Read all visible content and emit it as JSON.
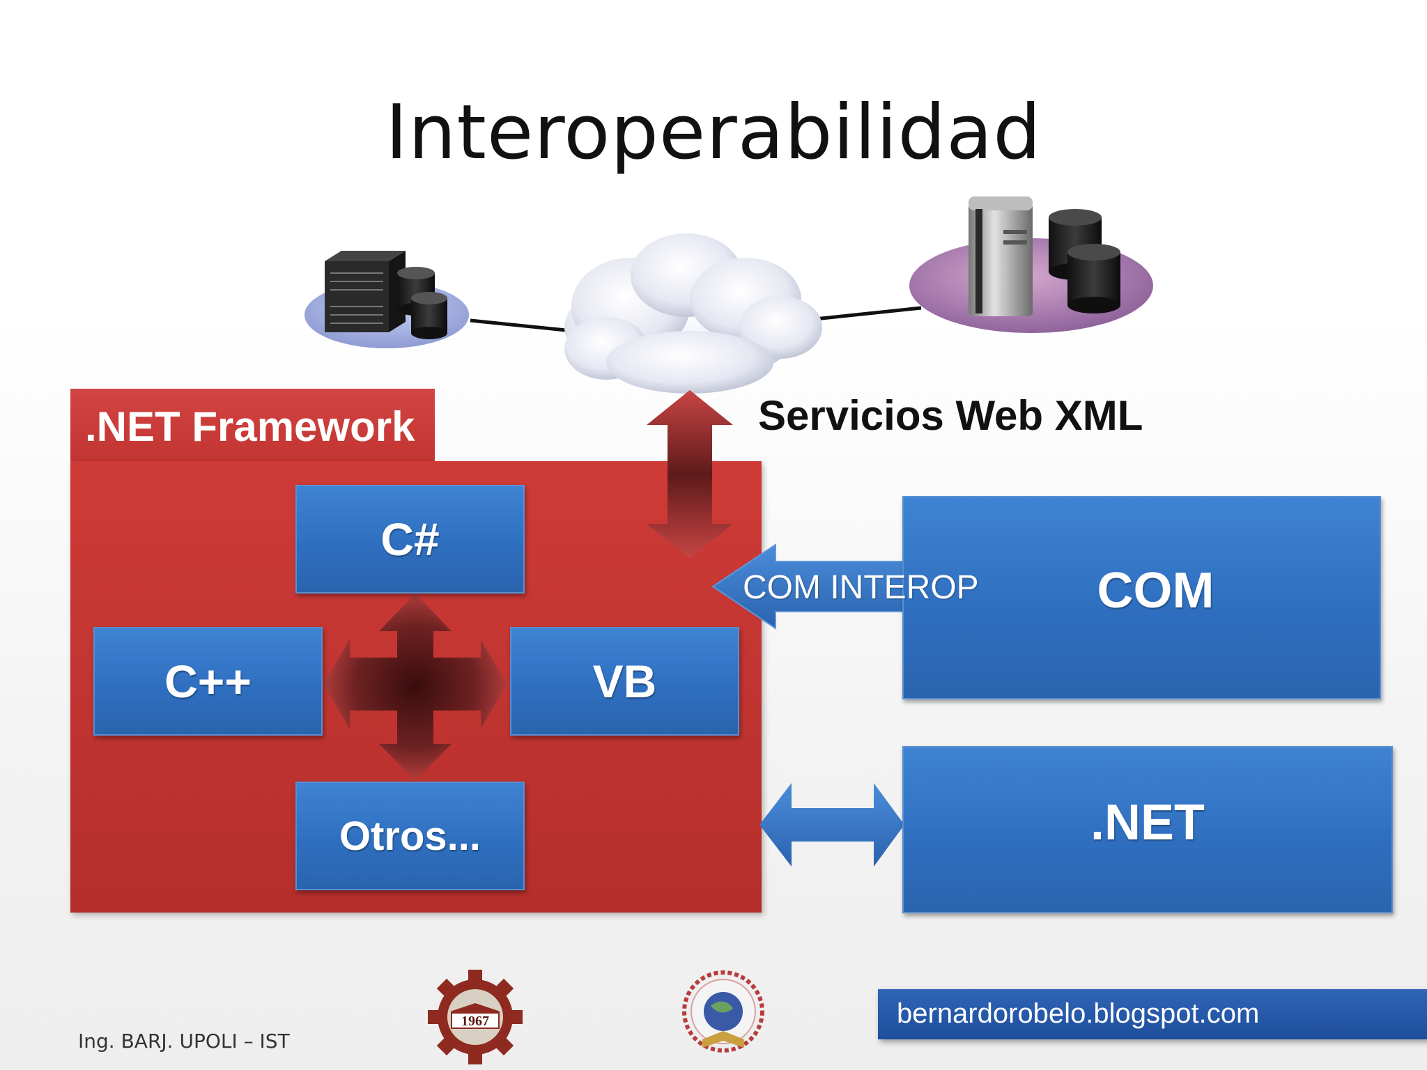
{
  "slide": {
    "title": "Interoperabilidad",
    "services_label": "Servicios Web XML",
    "framework_label": ".NET Framework",
    "languages": {
      "csharp": "C#",
      "cpp": "C++",
      "vb": "VB",
      "otros": "Otros..."
    },
    "com_interop_label": "COM INTEROP",
    "com_label": "COM",
    "net_label": ".NET",
    "logo_year": "1967",
    "blog": "bernardorobelo.blogspot.com",
    "footer": "Ing. BARJ.  UPOLI – IST"
  },
  "colors": {
    "framework_red": "#c8383a",
    "box_blue": "#3577c8",
    "arrow_dark_red": "#6e1f1f",
    "banner_blue": "#2358a8"
  },
  "icons": [
    "server-left-icon",
    "database-icon",
    "cloud-icon",
    "server-right-icon",
    "upoli-logo-icon",
    "ist-logo-icon"
  ]
}
